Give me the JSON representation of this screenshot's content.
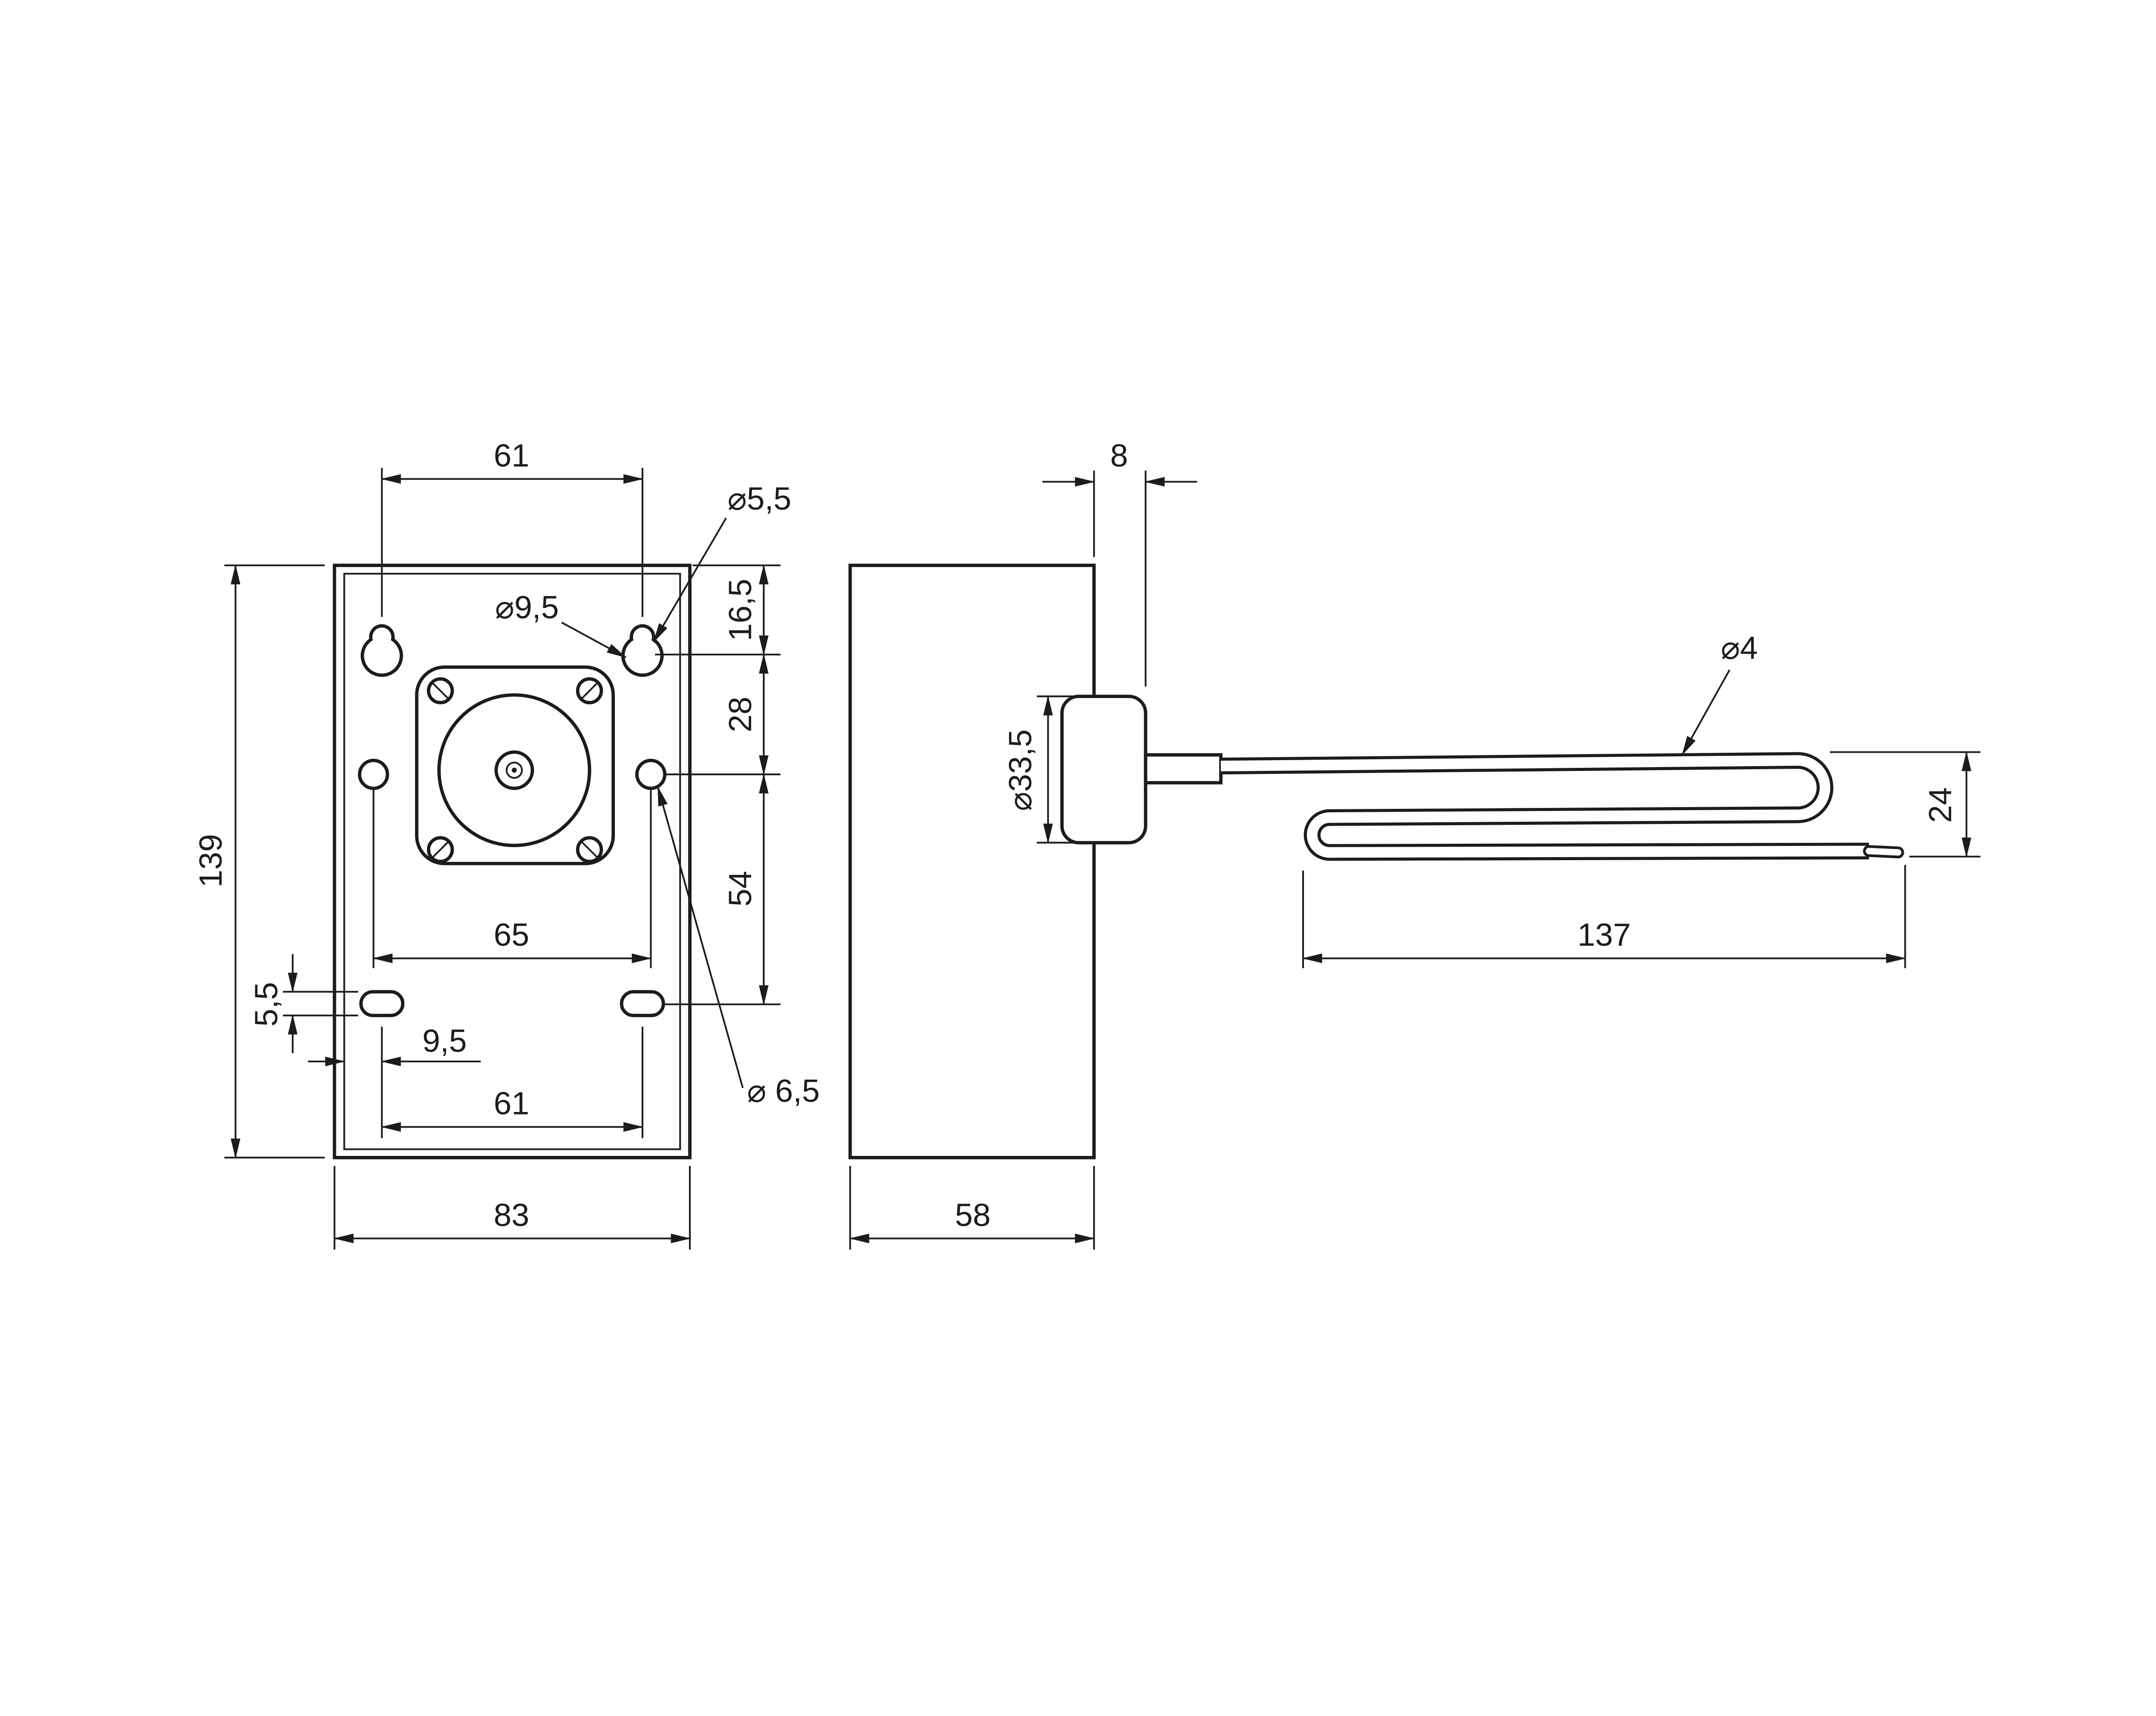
{
  "drawing": {
    "front": {
      "dim_top_width": "61",
      "dia_keyhole_small": "⌀5,5",
      "dia_keyhole_big": "⌀9,5",
      "dim_offset_top": "16,5",
      "dim_offset_mid": "28",
      "dim_offset_bottom": "54",
      "dim_height": "139",
      "dim_mid_width": "65",
      "dim_slot_height": "5,5",
      "dim_slot_offset": "9,5",
      "dim_bottom_width": "61",
      "dim_total_width": "83",
      "dia_mid_hole": "⌀ 6,5"
    },
    "side": {
      "dim_boss_length": "8",
      "dia_boss": "⌀33,5",
      "dim_depth": "58"
    },
    "element": {
      "dia_tube": "⌀4",
      "dim_height": "24",
      "dim_length": "137"
    },
    "colors": {
      "line": "#1c1c1c",
      "background": "#ffffff"
    }
  }
}
